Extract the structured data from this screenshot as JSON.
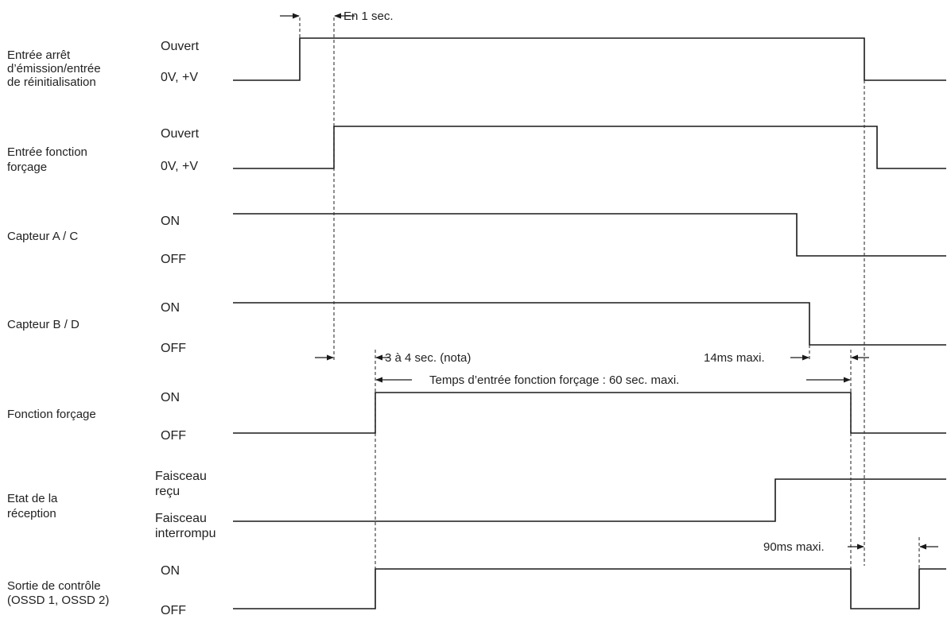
{
  "signals": [
    {
      "id": "entree-arret",
      "label_lines": [
        "Entrée arrêt",
        "d’émission/entrée",
        "de réinitialisation"
      ],
      "states": [
        "Ouvert",
        "0V, +V"
      ]
    },
    {
      "id": "entree-forcage",
      "label_lines": [
        "Entrée fonction",
        "forçage"
      ],
      "states": [
        "Ouvert",
        "0V, +V"
      ]
    },
    {
      "id": "capteur-ac",
      "label_lines": [
        "Capteur A / C"
      ],
      "states": [
        "ON",
        "OFF"
      ]
    },
    {
      "id": "capteur-bd",
      "label_lines": [
        "Capteur B / D"
      ],
      "states": [
        "ON",
        "OFF"
      ]
    },
    {
      "id": "fonction-forcage",
      "label_lines": [
        "Fonction forçage"
      ],
      "states": [
        "ON",
        "OFF"
      ]
    },
    {
      "id": "etat-reception",
      "label_lines": [
        "Etat de la",
        "réception"
      ],
      "states": [
        "Faisceau reçu",
        "Faisceau interrompu"
      ],
      "state_lines": [
        [
          "Faisceau",
          "reçu"
        ],
        [
          "Faisceau",
          "interrompu"
        ]
      ]
    },
    {
      "id": "sortie-controle",
      "label_lines": [
        "Sortie de contrôle",
        "(OSSD 1, OSSD 2)"
      ],
      "states": [
        "ON",
        "OFF"
      ]
    }
  ],
  "annotations": {
    "en_1_sec": "En 1 sec.",
    "trois_quatre_sec": "3 à 4 sec. (nota)",
    "temps_forcage": "Temps d’entrée fonction forçage : 60 sec. maxi.",
    "quatorze_ms": "14ms maxi.",
    "quatrevingtdix_ms": "90ms maxi."
  },
  "colors": {
    "line": "#1a1a1a",
    "text": "#222222",
    "background": "#ffffff"
  }
}
